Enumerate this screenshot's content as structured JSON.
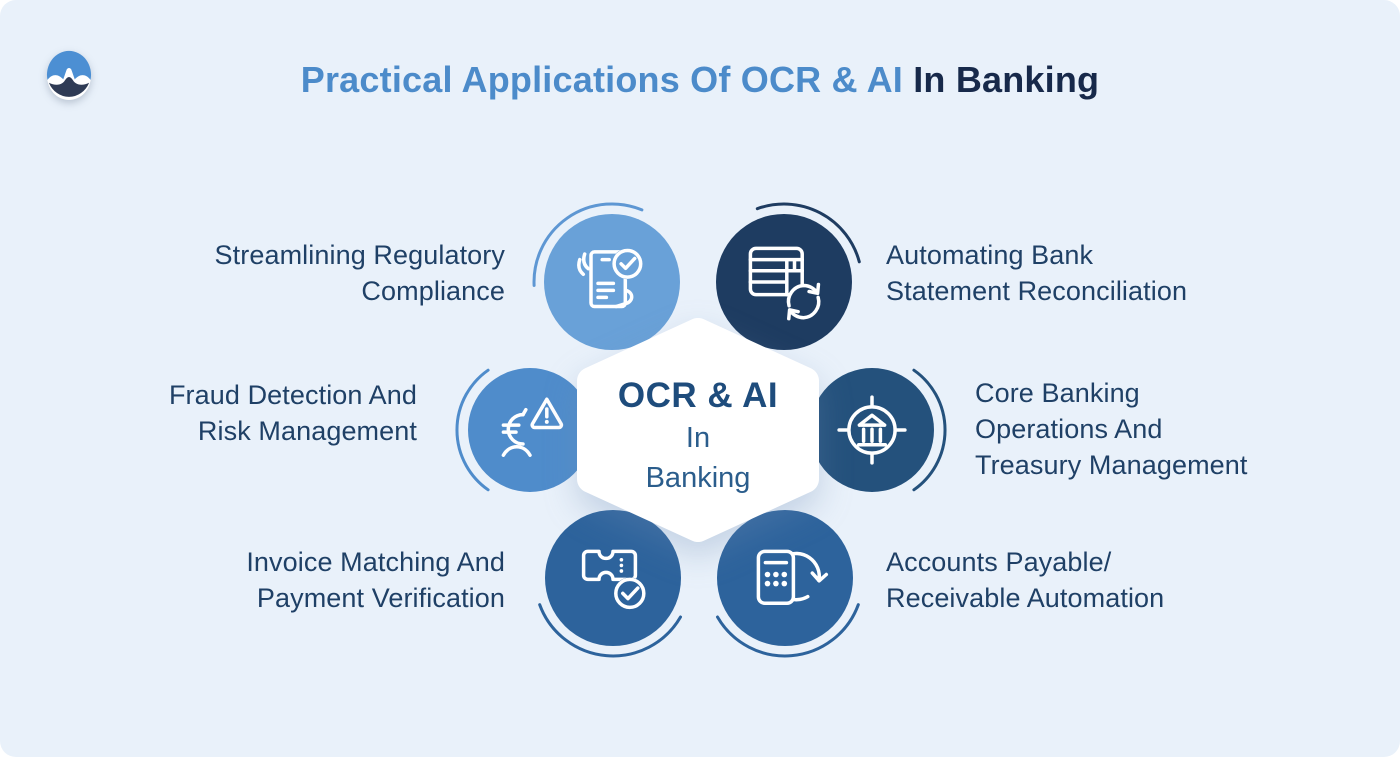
{
  "title": {
    "highlight": "Practical Applications Of OCR & AI",
    "rest": "In Banking"
  },
  "center": {
    "title": "OCR & AI",
    "subtitle_line1": "In",
    "subtitle_line2": "Banking"
  },
  "brand": {
    "logo": "wave-w-logo"
  },
  "nodes": [
    {
      "id": "regulatory-compliance",
      "label": "Streamlining Regulatory\nCompliance",
      "icon": "document-approval-icon",
      "circle_color": "#69A1D8",
      "arc_color": "#5E97D3"
    },
    {
      "id": "bank-statement-reconciliation",
      "label": "Automating Bank\nStatement Reconciliation",
      "icon": "table-sync-icon",
      "circle_color": "#1E3C61",
      "arc_color": "#1E3C61"
    },
    {
      "id": "fraud-detection",
      "label": "Fraud Detection And\nRisk Management",
      "icon": "euro-warning-icon",
      "circle_color": "#4F8CCB",
      "arc_color": "#4F8CCB"
    },
    {
      "id": "core-banking",
      "label": "Core Banking\nOperations And\nTreasury Management",
      "icon": "bank-target-icon",
      "circle_color": "#24517C",
      "arc_color": "#24517C"
    },
    {
      "id": "invoice-matching",
      "label": "Invoice Matching And\nPayment Verification",
      "icon": "ticket-check-icon",
      "circle_color": "#2D639C",
      "arc_color": "#2D639C"
    },
    {
      "id": "accounts-payable",
      "label": "Accounts Payable/\nReceivable Automation",
      "icon": "calculator-sync-icon",
      "circle_color": "#2D639C",
      "arc_color": "#2D639C"
    }
  ],
  "colors": {
    "background": "#E9F1FA",
    "title_highlight": "#4C8BCA",
    "title_rest": "#17294A",
    "label_text": "#1F4066",
    "center_title": "#1E4C7C",
    "center_subtitle": "#2B5D8C",
    "hexagon": "#FFFFFF",
    "logo_blue": "#4C8FD3",
    "logo_navy": "#2F3B55"
  }
}
